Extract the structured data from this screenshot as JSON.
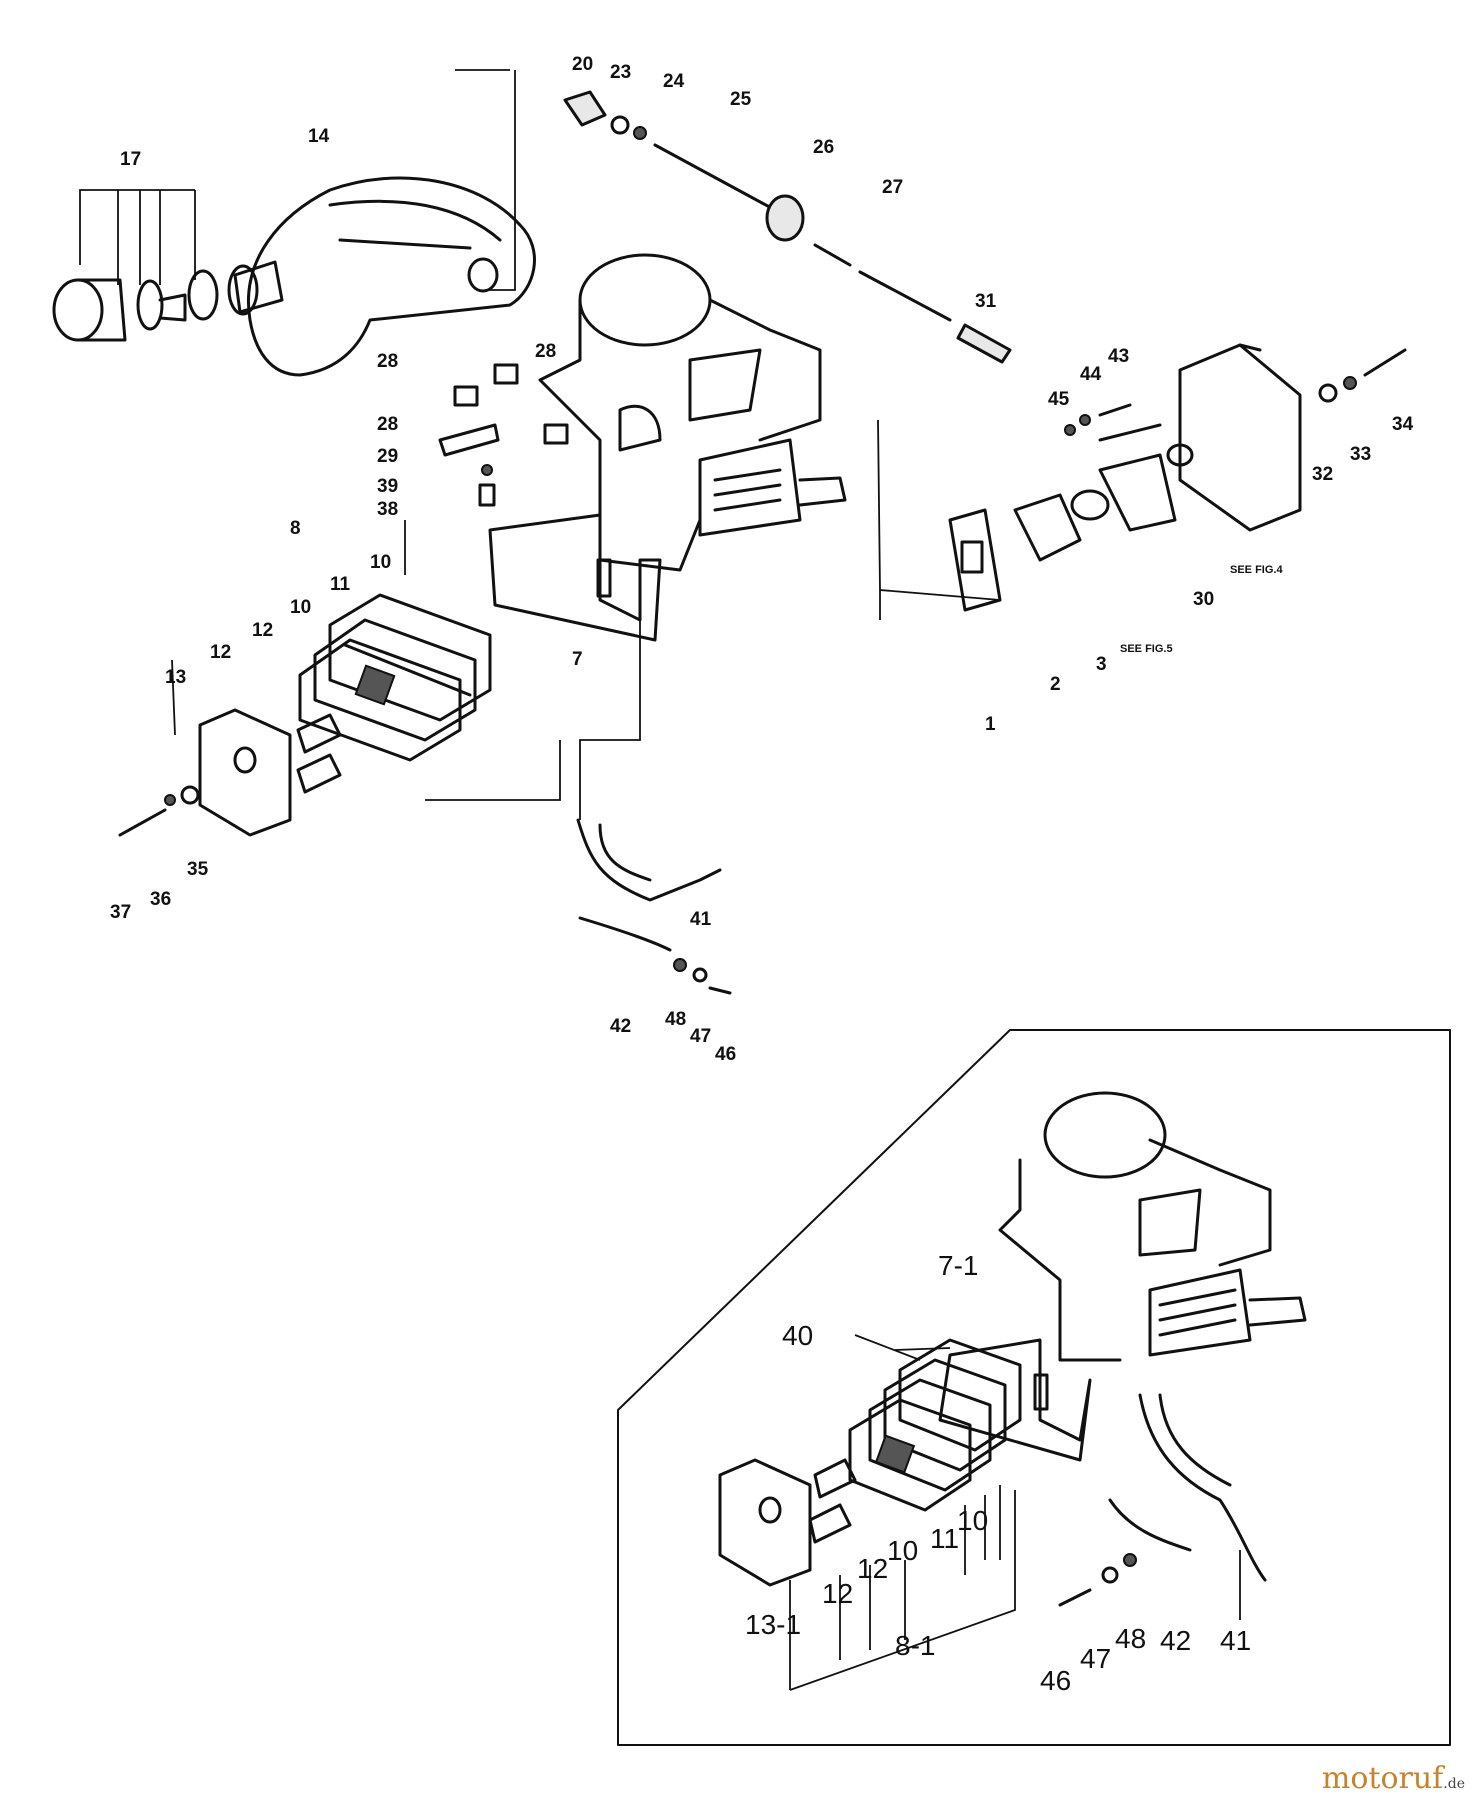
{
  "labels_top": [
    "20",
    "23",
    "24",
    "25",
    "26",
    "27",
    "31",
    "14",
    "17",
    "28",
    "28",
    "28",
    "29",
    "39",
    "38",
    "8",
    "10",
    "11",
    "10",
    "12",
    "12",
    "13",
    "7",
    "45",
    "44",
    "43",
    "34",
    "33",
    "32",
    "30",
    "1",
    "2",
    "3",
    "37",
    "36",
    "35",
    "41",
    "42",
    "48",
    "47",
    "46"
  ],
  "labels_inset": [
    "7-1",
    "40",
    "13-1",
    "12",
    "12",
    "10",
    "11",
    "10",
    "8-1",
    "46",
    "47",
    "48",
    "42",
    "41"
  ],
  "notes": {
    "fig4": "SEE FIG.4",
    "fig5": "SEE FIG.5"
  },
  "watermark": {
    "brand": "motoruf",
    "tld": ".de"
  }
}
